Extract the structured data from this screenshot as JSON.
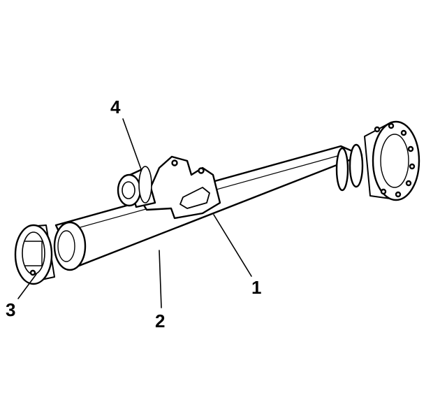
{
  "diagram": {
    "callouts": [
      {
        "id": "1",
        "label": "1"
      },
      {
        "id": "2",
        "label": "2"
      },
      {
        "id": "3",
        "label": "3"
      },
      {
        "id": "4",
        "label": "4"
      }
    ],
    "colors": {
      "line": "#000000",
      "fill": "#ffffff"
    }
  }
}
